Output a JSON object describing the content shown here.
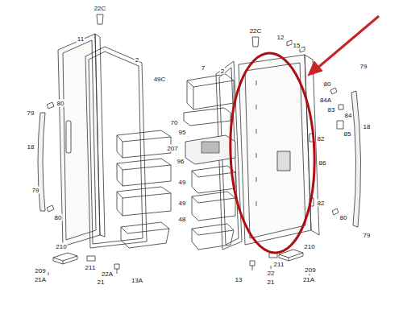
{
  "diagram": {
    "labels": [
      "22C",
      "11",
      "2",
      "49C",
      "79",
      "80",
      "18",
      "79",
      "80",
      "7",
      "22C",
      "12",
      "15",
      "2",
      "70",
      "95",
      "207",
      "96",
      "49",
      "49",
      "48",
      "80",
      "79",
      "84A",
      "83",
      "84",
      "85",
      "18",
      "82",
      "86",
      "82",
      "80",
      "79",
      "210",
      "209",
      "211",
      "22A",
      "21A",
      "21",
      "13A",
      "13",
      "22",
      "21",
      "210",
      "211",
      "209",
      "21A"
    ]
  }
}
